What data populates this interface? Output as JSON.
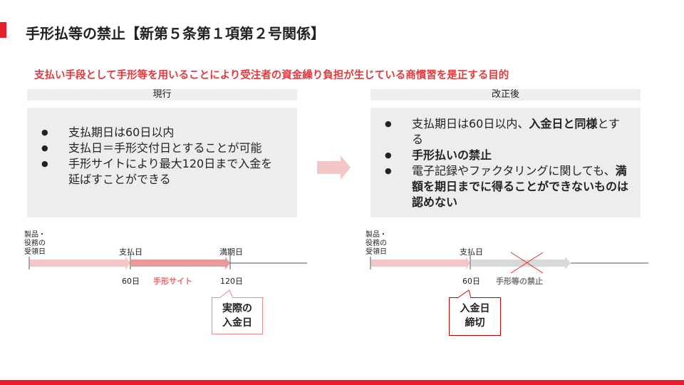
{
  "title": "手形払等の禁止【新第５条第１項第２号関係】",
  "subtitle": "支払い手段として手形等を用いることにより受注者の資金繰り負担が生じている商慣習を是正する目的",
  "current": {
    "header": "現行",
    "items": [
      "支払期日は60日以内",
      "支払日＝手形交付日とすることが可能",
      "手形サイトにより最大120日まで入金を延ばすことができる"
    ],
    "timeline": {
      "start_label": "製品・\n役務の\n受領日",
      "pay_label": "支払日",
      "maturity_label": "満期日",
      "day60": "60日",
      "site_label": "手形サイト",
      "day120": "120日",
      "callout": "実際の\n入金日"
    }
  },
  "revised": {
    "header": "改正後",
    "item1_a": "支払期日は60日以内、",
    "item1_b": "入金日と同様",
    "item1_c": "とする",
    "item2": "手形払いの禁止",
    "item3_a": "電子記録やファクタリングに関しても、",
    "item3_b": "満額を期日までに得ることができないものは認めない",
    "timeline": {
      "start_label": "製品・\n役務の\n受領日",
      "pay_label": "支払日",
      "day60": "60日",
      "ban_label": "手形等の禁止",
      "callout": "入金日\n締切"
    }
  },
  "colors": {
    "accent": "#e3202a",
    "arrow_light": "#f4c6c6",
    "arrow_dark": "#e89a9a",
    "gray_arrow": "#d9d9d9"
  }
}
